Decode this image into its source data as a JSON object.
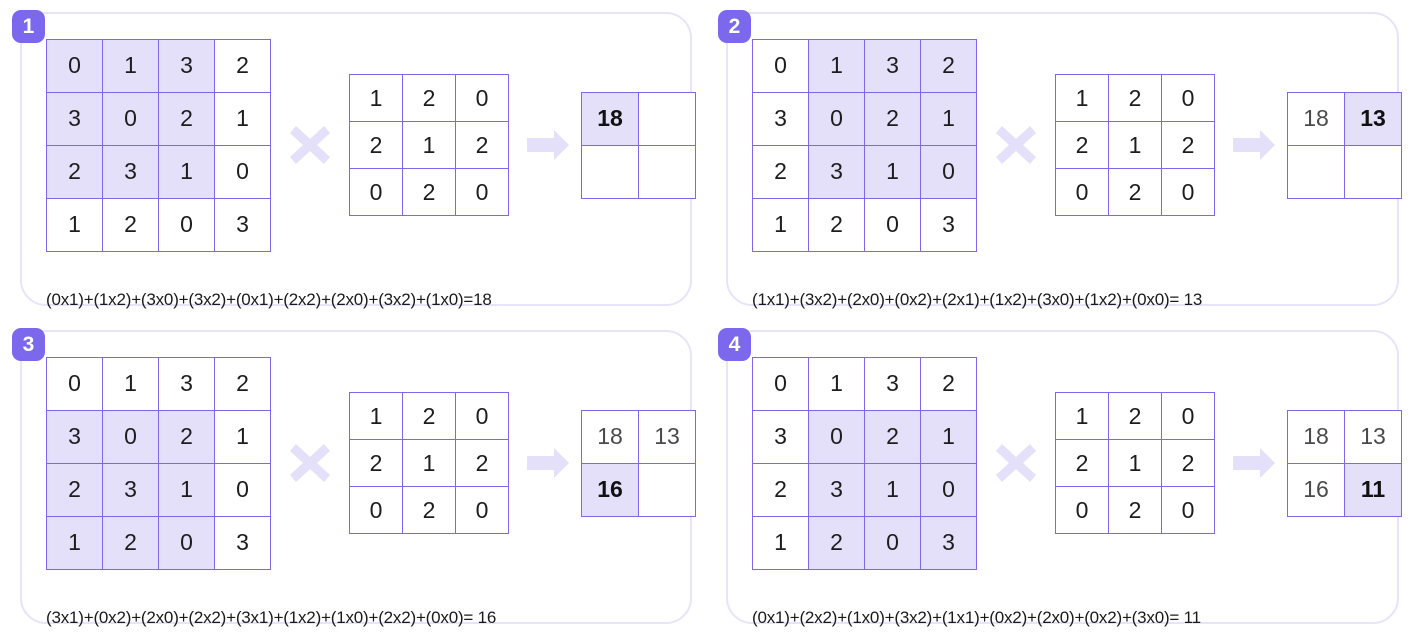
{
  "meta": {
    "title": "2D Convolution Step-by-Step",
    "colors": {
      "badge_bg": "#7b68ec",
      "grid_border": "#7b68ec",
      "highlight_fill": "#e4e0f9",
      "panel_border": "#e7e4fa",
      "icon_fill": "#e4e0f9",
      "text": "#1d1d1d"
    }
  },
  "icons": {
    "multiply": "multiply-icon",
    "arrow": "arrow-right-icon"
  },
  "input_matrix": {
    "rows": 4,
    "cols": 4,
    "values": [
      [
        0,
        1,
        3,
        2
      ],
      [
        3,
        0,
        2,
        1
      ],
      [
        2,
        3,
        1,
        0
      ],
      [
        1,
        2,
        0,
        3
      ]
    ]
  },
  "kernel_matrix": {
    "rows": 3,
    "cols": 3,
    "values": [
      [
        1,
        2,
        0
      ],
      [
        2,
        1,
        2
      ],
      [
        0,
        2,
        0
      ]
    ]
  },
  "panels": [
    {
      "badge": "1",
      "input_highlight": {
        "row_start": 0,
        "col_start": 0
      },
      "output": {
        "values": [
          [
            "18",
            ""
          ],
          [
            "",
            ""
          ]
        ],
        "states": [
          [
            "cur",
            "empty"
          ],
          [
            "empty",
            "empty"
          ]
        ],
        "highlight": [
          [
            true,
            false
          ],
          [
            false,
            false
          ]
        ]
      },
      "formula": "(0x1)+(1x2)+(3x0)+(3x2)+(0x1)+(2x2)+(2x0)+(3x2)+(1x0)=18"
    },
    {
      "badge": "2",
      "input_highlight": {
        "row_start": 0,
        "col_start": 1
      },
      "output": {
        "values": [
          [
            "18",
            "13"
          ],
          [
            "",
            ""
          ]
        ],
        "states": [
          [
            "old",
            "cur"
          ],
          [
            "empty",
            "empty"
          ]
        ],
        "highlight": [
          [
            false,
            true
          ],
          [
            false,
            false
          ]
        ]
      },
      "formula": "(1x1)+(3x2)+(2x0)+(0x2)+(2x1)+(1x2)+(3x0)+(1x2)+(0x0)= 13"
    },
    {
      "badge": "3",
      "input_highlight": {
        "row_start": 1,
        "col_start": 0
      },
      "output": {
        "values": [
          [
            "18",
            "13"
          ],
          [
            "16",
            ""
          ]
        ],
        "states": [
          [
            "old",
            "old"
          ],
          [
            "cur",
            "empty"
          ]
        ],
        "highlight": [
          [
            false,
            false
          ],
          [
            true,
            false
          ]
        ]
      },
      "formula": "(3x1)+(0x2)+(2x0)+(2x2)+(3x1)+(1x2)+(1x0)+(2x2)+(0x0)= 16"
    },
    {
      "badge": "4",
      "input_highlight": {
        "row_start": 1,
        "col_start": 1
      },
      "output": {
        "values": [
          [
            "18",
            "13"
          ],
          [
            "16",
            "11"
          ]
        ],
        "states": [
          [
            "old",
            "old"
          ],
          [
            "old",
            "cur"
          ]
        ],
        "highlight": [
          [
            false,
            false
          ],
          [
            false,
            true
          ]
        ]
      },
      "formula": "(0x1)+(2x2)+(1x0)+(3x2)+(1x1)+(0x2)+(2x0)+(0x2)+(3x0)= 11"
    }
  ]
}
